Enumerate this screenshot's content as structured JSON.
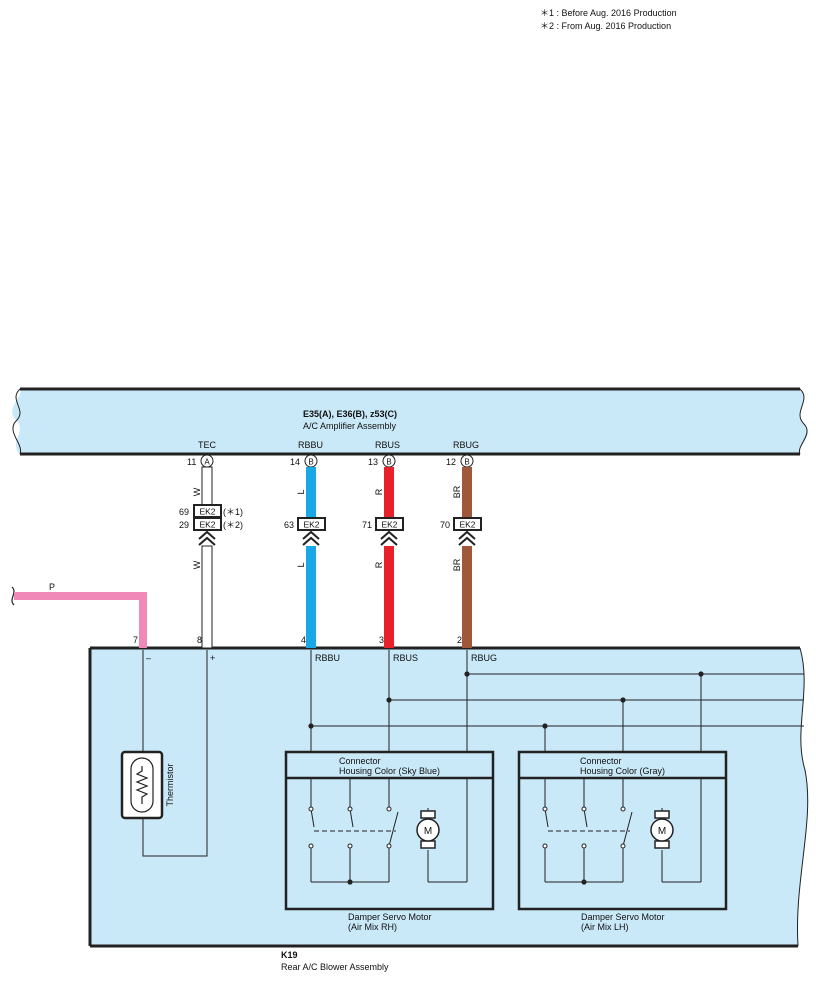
{
  "notes": {
    "n1": "＊1 : Before Aug.  2016 Production",
    "n2": "＊2 : From Aug.  2016 Production"
  },
  "amplifier": {
    "code": "E35(A), E36(B), z53(C)",
    "name": "A/C Amplifier Assembly"
  },
  "colors": {
    "pink": "#f088b8",
    "sky_blue": "#1aa7e6",
    "red": "#e8202a",
    "brown": "#a0583a",
    "panel_fill": "#c9e8f8"
  },
  "wires": {
    "tec": {
      "signal": "TEC",
      "amp_pin": "11",
      "amp_conn": "A",
      "color1": "W",
      "color2": "W",
      "ek_pin_1": "69",
      "ek_pin_2": "29",
      "ek_label": "EK2",
      "ek_note_1": "(＊1)",
      "ek_note_2": "(＊2)",
      "blower_pin": "8",
      "polarity": "+"
    },
    "rbbu": {
      "signal": "RBBU",
      "amp_pin": "14",
      "amp_conn": "B",
      "color1": "L",
      "color2": "L",
      "ek_pin": "63",
      "ek_label": "EK2",
      "blower_pin": "4",
      "blower_label": "RBBU"
    },
    "rbus": {
      "signal": "RBUS",
      "amp_pin": "13",
      "amp_conn": "B",
      "color1": "R",
      "color2": "R",
      "ek_pin": "71",
      "ek_label": "EK2",
      "blower_pin": "3",
      "blower_label": "RBUS"
    },
    "rbug": {
      "signal": "RBUG",
      "amp_pin": "12",
      "amp_conn": "B",
      "color1": "BR",
      "color2": "BR",
      "ek_pin": "70",
      "ek_label": "EK2",
      "blower_pin": "2",
      "blower_label": "RBUG"
    },
    "p": {
      "color": "P",
      "blower_pin": "7",
      "polarity": "–"
    }
  },
  "blower": {
    "code": "K19",
    "name": "Rear A/C Blower Assembly",
    "thermistor": "Thermistor",
    "motor_symbol": "M",
    "servo_rh": {
      "conn_line1": "Connector",
      "conn_line2": "Housing Color (Sky Blue)",
      "name_line1": "Damper Servo Motor",
      "name_line2": "(Air Mix RH)"
    },
    "servo_lh": {
      "conn_line1": "Connector",
      "conn_line2": "Housing Color (Gray)",
      "name_line1": "Damper Servo Motor",
      "name_line2": "(Air Mix LH)"
    }
  }
}
